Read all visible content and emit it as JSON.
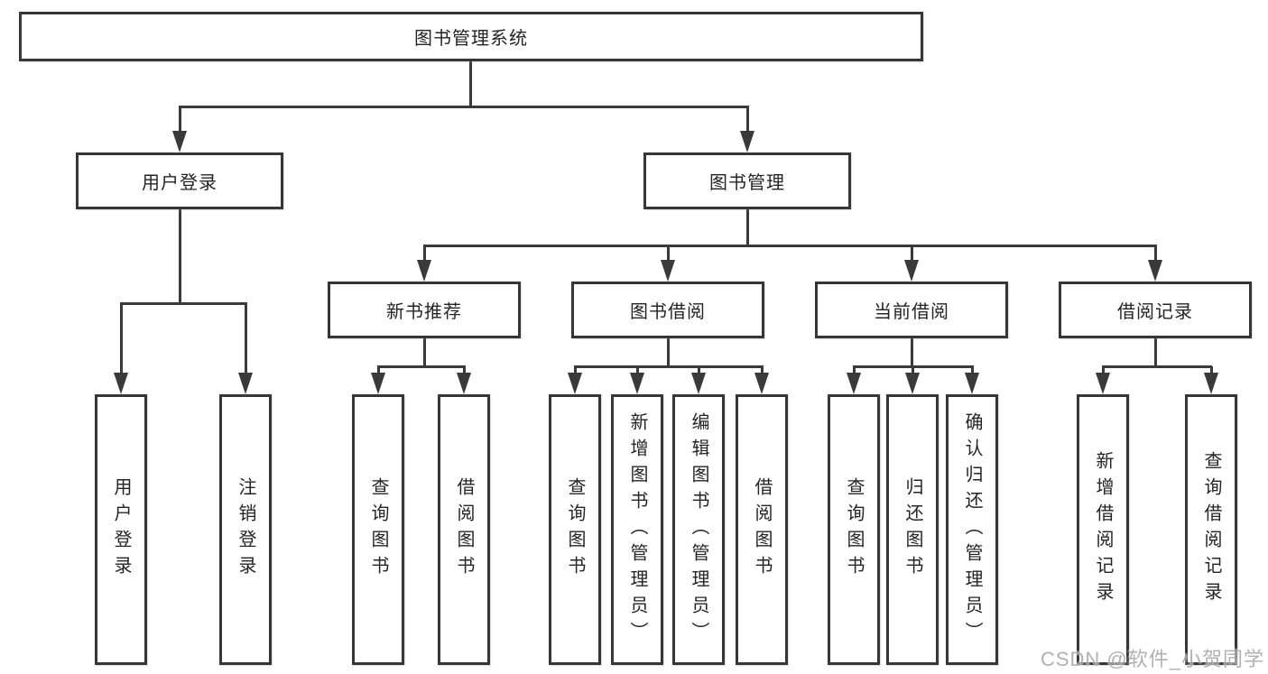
{
  "diagram": {
    "title": "图书管理系统",
    "root": {
      "label": "图书管理系统"
    },
    "branches": [
      {
        "label": "用户登录",
        "children": [
          "用户登录",
          "注销登录"
        ]
      },
      {
        "label": "图书管理",
        "groups": [
          {
            "label": "新书推荐",
            "children": [
              "查询图书",
              "借阅图书"
            ]
          },
          {
            "label": "图书借阅",
            "children": [
              "查询图书",
              "新增图书（管理员）",
              "编辑图书（管理员）",
              "借阅图书"
            ]
          },
          {
            "label": "当前借阅",
            "children": [
              "查询图书",
              "归还图书",
              "确认归还（管理员）"
            ]
          },
          {
            "label": "借阅记录",
            "children": [
              "新增借阅记录",
              "查询借阅记录"
            ]
          }
        ]
      }
    ]
  },
  "watermark": {
    "text": "CSDN @软件_小贺同学"
  }
}
